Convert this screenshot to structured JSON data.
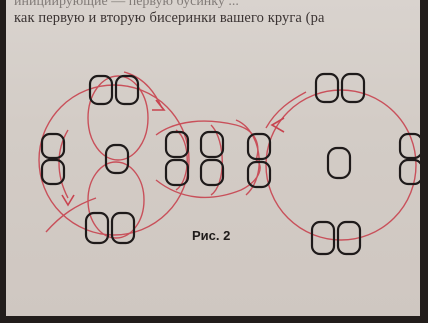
{
  "page": {
    "text_line_1": "инициирующие — первую бусинку ...",
    "text_line_2": "как первую и вторую бисеринки вашего круга (ра"
  },
  "figure": {
    "caption": "Рис. 2",
    "thread_color": "#c8434f",
    "bead_color": "#1e1a1a"
  }
}
